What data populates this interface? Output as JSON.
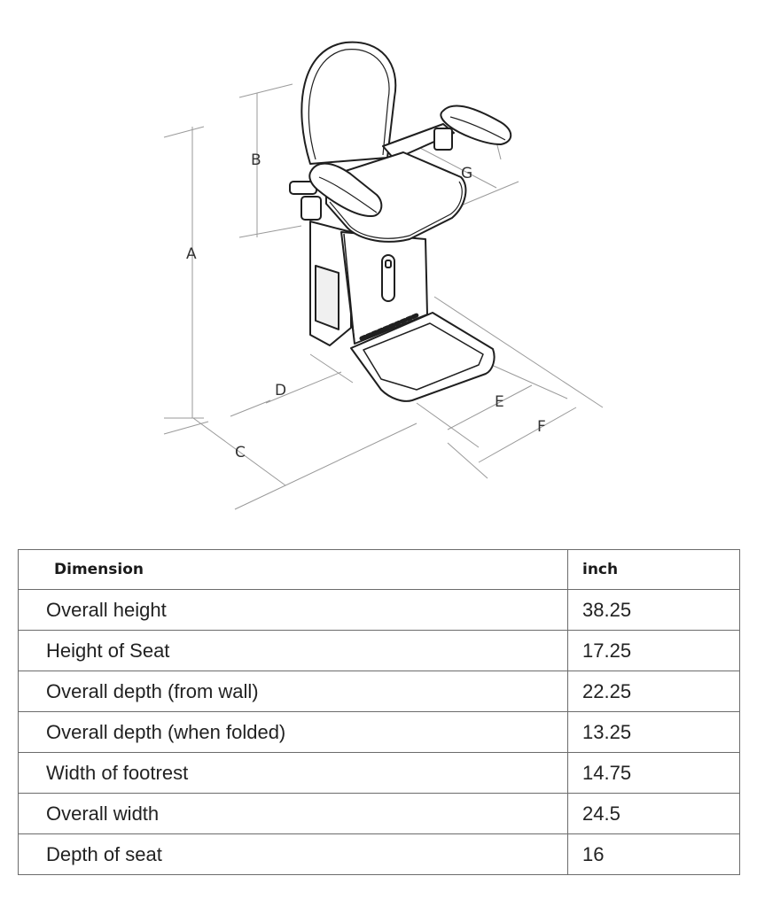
{
  "diagram": {
    "labels": {
      "a": "A",
      "b": "B",
      "c": "C",
      "d": "D",
      "e": "E",
      "f": "F",
      "g": "G"
    }
  },
  "table": {
    "header": {
      "dimension": "Dimension",
      "unit": "inch"
    },
    "rows": [
      {
        "label": "Overall height",
        "value": "38.25"
      },
      {
        "label": "Height of Seat",
        "value": "17.25"
      },
      {
        "label": "Overall depth (from wall)",
        "value": "22.25"
      },
      {
        "label": "Overall depth (when folded)",
        "value": "13.25"
      },
      {
        "label": "Width of footrest",
        "value": "14.75"
      },
      {
        "label": "Overall width",
        "value": "24.5"
      },
      {
        "label": "Depth of seat",
        "value": "16"
      }
    ]
  }
}
